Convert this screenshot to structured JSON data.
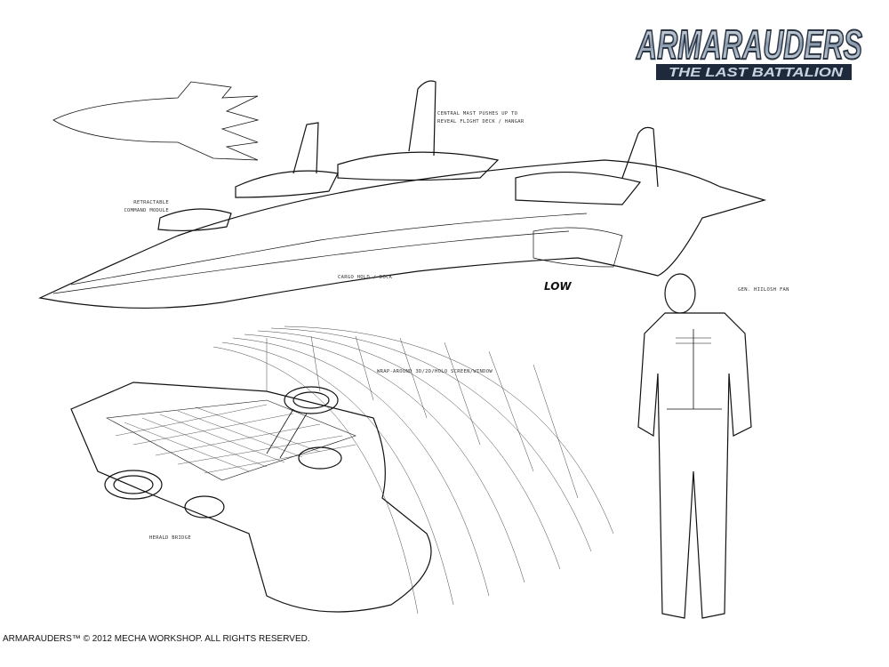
{
  "logo": {
    "title": "ARMARAUDERS",
    "subtitle": "THE LAST BATTALION"
  },
  "annotations": {
    "central_mast_line1": "Central mast pushes up to",
    "central_mast_line2": "reveal flight deck / hangar",
    "command_module_line1": "Retractable",
    "command_module_line2": "command module",
    "cargo_hold": "Cargo hold / dock",
    "character_name": "Gen. Hiilosh Fan",
    "screen": "Wrap-around 3D/2D/holo screen/window",
    "bridge": "Herald bridge"
  },
  "signature": "LOW",
  "footer": "ARMARAUDERS™ © 2012 MECHA WORKSHOP. ALL RIGHTS RESERVED."
}
